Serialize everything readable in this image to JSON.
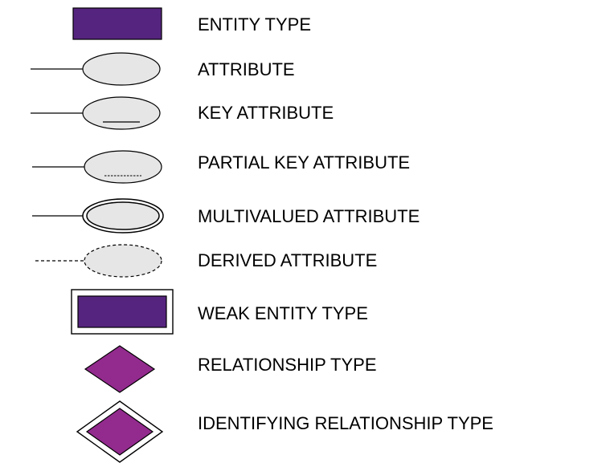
{
  "legend": {
    "items": [
      {
        "symbol": "entity-type-rectangle",
        "label": "ENTITY TYPE"
      },
      {
        "symbol": "attribute-ellipse",
        "label": "ATTRIBUTE"
      },
      {
        "symbol": "key-attribute-ellipse-underlined",
        "label": "KEY ATTRIBUTE"
      },
      {
        "symbol": "partial-key-attribute-ellipse-dashed-underline",
        "label": "PARTIAL KEY ATTRIBUTE"
      },
      {
        "symbol": "multivalued-attribute-double-ellipse",
        "label": "MULTIVALUED ATTRIBUTE"
      },
      {
        "symbol": "derived-attribute-dashed-ellipse",
        "label": "DERIVED ATTRIBUTE"
      },
      {
        "symbol": "weak-entity-double-rectangle",
        "label": "WEAK ENTITY TYPE"
      },
      {
        "symbol": "relationship-diamond",
        "label": "RELATIONSHIP TYPE"
      },
      {
        "symbol": "identifying-relationship-double-diamond",
        "label": "IDENTIFYING RELATIONSHIP TYPE"
      }
    ]
  },
  "colors": {
    "entity_fill": "#55247f",
    "relationship_fill": "#932a8e",
    "attribute_fill": "#e6e6e6",
    "stroke": "#000000"
  }
}
